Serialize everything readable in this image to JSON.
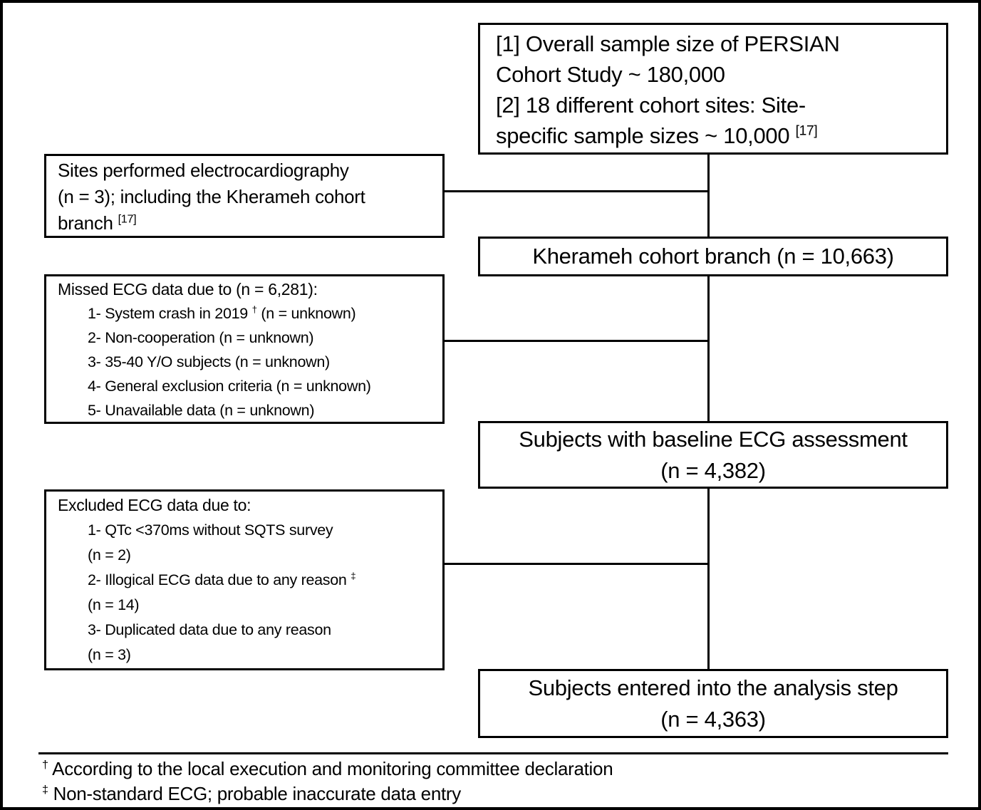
{
  "figure": {
    "colors": {
      "border": "#000000",
      "background": "#ffffff",
      "text": "#000000"
    },
    "top_box": {
      "lines": [
        {
          "text": "[1] Overall sample size of PERSIAN"
        },
        {
          "text": "Cohort Study ~ 180,000"
        },
        {
          "text": "[2] 18 different cohort sites: Site-"
        },
        {
          "text": "specific sample sizes ~ 10,000 ",
          "sup": "[17]"
        }
      ]
    },
    "sites_box": {
      "lines": [
        {
          "text": "Sites performed electrocardiography"
        },
        {
          "text": "(n = 3); including the Kherameh cohort"
        },
        {
          "text": "branch ",
          "sup": "[17]"
        }
      ]
    },
    "kherameh_box": {
      "label": "Kherameh cohort branch (n = 10,663)"
    },
    "missed_box": {
      "header": "Missed ECG data due to (n = 6,281):",
      "items": [
        {
          "text": "1- System crash in 2019 ",
          "sup": "†",
          "post": " (n = unknown)"
        },
        {
          "text": "2- Non-cooperation (n = unknown)"
        },
        {
          "text": "3- 35-40 Y/O subjects (n = unknown)"
        },
        {
          "text": "4- General exclusion criteria (n = unknown)"
        },
        {
          "text": "5- Unavailable data (n = unknown)"
        }
      ]
    },
    "baseline_box": {
      "line1": "Subjects with baseline ECG assessment",
      "line2": "(n = 4,382)"
    },
    "excluded_box": {
      "header": "Excluded ECG data due to:",
      "items": [
        {
          "text": "1- QTc <370ms without SQTS survey"
        },
        {
          "text": "(n = 2)"
        },
        {
          "text": "2- Illogical ECG data due to any reason ",
          "sup": "‡"
        },
        {
          "text": "(n = 14)"
        },
        {
          "text": "3- Duplicated data due to any reason"
        },
        {
          "text": "(n = 3)"
        }
      ]
    },
    "analysis_box": {
      "line1": "Subjects entered into the analysis step",
      "line2": "(n = 4,363)"
    },
    "footnotes": [
      {
        "sup": "†",
        "text": " According to the local execution and monitoring committee declaration"
      },
      {
        "sup": "‡",
        "text": " Non-standard ECG; probable inaccurate data entry"
      }
    ]
  }
}
